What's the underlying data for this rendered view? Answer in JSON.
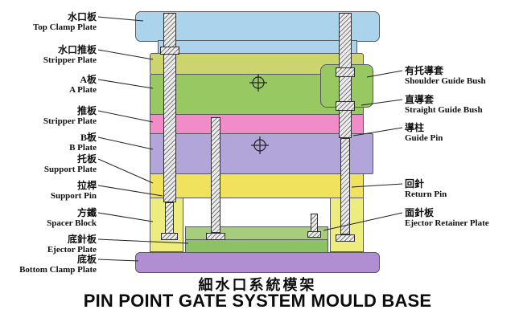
{
  "title": {
    "cn": "細水口系統模架",
    "en": "PIN POINT GATE SYSTEM MOULD BASE"
  },
  "left_labels": [
    {
      "cn": "水口板",
      "en": "Top Clamp Plate"
    },
    {
      "cn": "水口推板",
      "en": "Stripper Plate"
    },
    {
      "cn": "A板",
      "en": "A Plate"
    },
    {
      "cn": "推板",
      "en": "Stripper Plate"
    },
    {
      "cn": "B板",
      "en": "B Plate"
    },
    {
      "cn": "托板",
      "en": "Support Plate"
    },
    {
      "cn": "拉桿",
      "en": "Support Pin"
    },
    {
      "cn": "方鐵",
      "en": "Spacer Block"
    },
    {
      "cn": "底針板",
      "en": "Ejector Plate"
    },
    {
      "cn": "底板",
      "en": "Bottom Clamp Plate"
    }
  ],
  "right_labels": [
    {
      "cn": "有托導套",
      "en": "Shoulder Guide Bush"
    },
    {
      "cn": "直導套",
      "en": "Straight Guide Bush"
    },
    {
      "cn": "導柱",
      "en": "Guide Pin"
    },
    {
      "cn": "回針",
      "en": "Return Pin"
    },
    {
      "cn": "面針板",
      "en": "Ejector Retainer Plate"
    }
  ],
  "colors": {
    "top_clamp_plate": "#abd3ec",
    "stripper_plate_top": "#ccd46e",
    "a_plate": "#97c862",
    "bush_block": "#97c862",
    "stripper_plate_mid": "#f18cc9",
    "b_plate": "#b2a5da",
    "support_plate": "#f0e25c",
    "spacer_block": "#eded7f",
    "ejector_retainer_plate": "#a5cd7c",
    "ejector_plate": "#8cc166",
    "bottom_clamp_plate": "#b18ed2",
    "line": "#222222",
    "text": "#111111"
  }
}
